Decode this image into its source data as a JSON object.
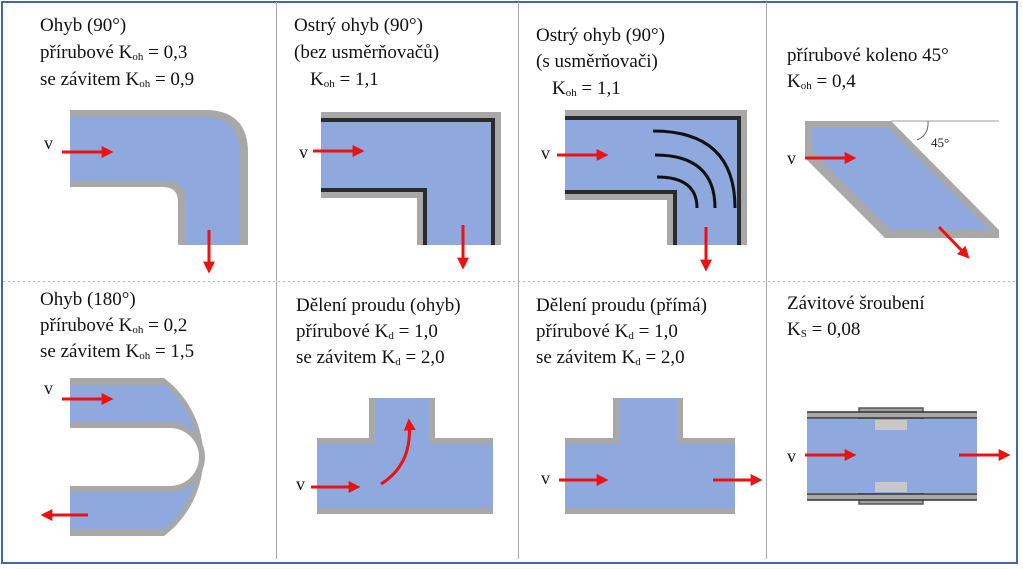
{
  "colors": {
    "pipe_fill": "#8fa9de",
    "pipe_wall": "#a8a8a8",
    "arrow": "#ee1111",
    "frame": "#3f6aa6"
  },
  "velocity_symbol": "v",
  "cells": [
    {
      "line1": "Ohyb (90°)",
      "line2_text": "přírubové  ",
      "line2_k": "K",
      "line2_sub": "oh",
      "line2_val": " = 0,3",
      "line3_text": "se závitem ",
      "line3_k": "K",
      "line3_sub": "oh",
      "line3_val": " = 0,9"
    },
    {
      "line1": "Ostrý ohyb (90°)",
      "line2_text": "(bez usměrňovačů)",
      "line3_text": "",
      "line3_k": "K",
      "line3_sub": "oh",
      "line3_val": " = 1,1"
    },
    {
      "line1": "Ostrý ohyb (90°)",
      "line2_text": "(s  usměrňovači)",
      "line3_text": "",
      "line3_k": "K",
      "line3_sub": "oh",
      "line3_val": " = 1,1"
    },
    {
      "line1": "přírubové  koleno 45°",
      "line2_text": "",
      "line2_k": "K",
      "line2_sub": "oh",
      "line2_val": " = 0,4",
      "angle_label": "45°"
    },
    {
      "line1": "Ohyb (180°)",
      "line2_text": "přírubové  ",
      "line2_k": "K",
      "line2_sub": "oh",
      "line2_val": " = 0,2",
      "line3_text": "se závitem ",
      "line3_k": "K",
      "line3_sub": "oh",
      "line3_val": " = 1,5"
    },
    {
      "line1": "Dělení proudu (ohyb)",
      "line2_text": "přírubové  ",
      "line2_k": "K",
      "line2_sub": "d",
      "line2_val": " = 1,0",
      "line3_text": "se závitem  ",
      "line3_k": "K",
      "line3_sub": "d",
      "line3_val": " = 2,0"
    },
    {
      "line1": "Dělení proudu (přímá)",
      "line2_text": "přírubové  ",
      "line2_k": "K",
      "line2_sub": "d",
      "line2_val": " = 1,0",
      "line3_text": "se závitem  ",
      "line3_k": "K",
      "line3_sub": "d",
      "line3_val": " = 2,0"
    },
    {
      "line1": "Závitové šroubení",
      "line2_text": "",
      "line2_k": "K",
      "line2_sub": "S",
      "line2_val": " = 0,08"
    }
  ]
}
